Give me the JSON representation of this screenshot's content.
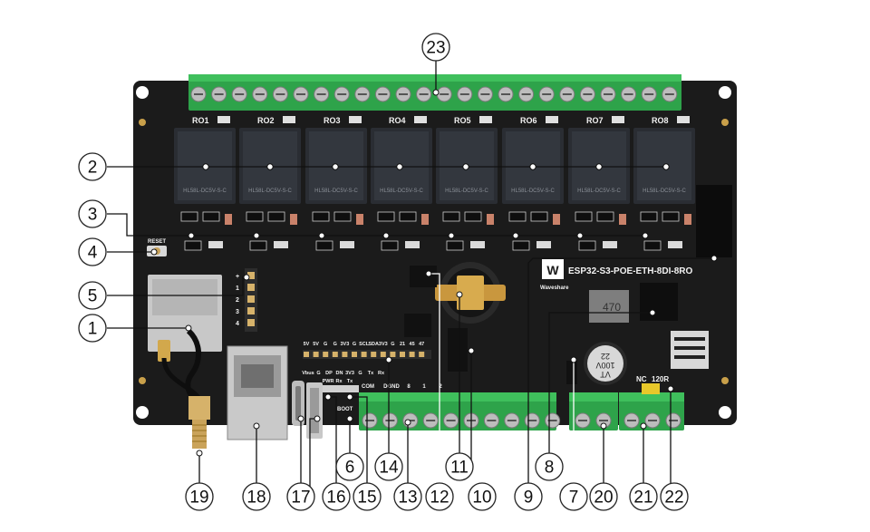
{
  "board": {
    "model": "ESP32-S3-POE-ETH-8DI-8RO",
    "brand": "Waveshare",
    "relay_labels": [
      "RO1",
      "RO2",
      "RO3",
      "RO4",
      "RO5",
      "RO6",
      "RO7",
      "RO8"
    ],
    "relay_part": "HL58L-DC5V-S-C",
    "reset_label": "RESET",
    "boot_label": "BOOT",
    "header_top": [
      "5V",
      "5V",
      "G",
      "G",
      "3V3",
      "G",
      "SCL",
      "SDA",
      "3V3",
      "G",
      "21",
      "45",
      "47"
    ],
    "header_bottom": [
      "Vbus",
      "G",
      "DP",
      "DN",
      "3V3",
      "G",
      "Tx",
      "Rx"
    ],
    "led_labels": [
      "PWR",
      "Rx",
      "Tx"
    ],
    "di_labels": [
      "COM",
      "DGND",
      "8",
      "1",
      "2"
    ],
    "rs485_labels": [
      "NC",
      "120R"
    ],
    "cap_text": [
      "22",
      "100V",
      "VT"
    ],
    "inductor_text": "470",
    "side_marks": [
      "+",
      "1",
      "2",
      "3",
      "4"
    ],
    "colors": {
      "pcb": "#1b1b1b",
      "terminal": "#2ea34a",
      "relay": "#2a2d33",
      "silk": "#f2f2f2"
    }
  },
  "callouts": [
    "1",
    "2",
    "3",
    "4",
    "5",
    "6",
    "7",
    "8",
    "9",
    "10",
    "11",
    "12",
    "13",
    "14",
    "15",
    "16",
    "17",
    "18",
    "19",
    "20",
    "21",
    "22",
    "23"
  ]
}
